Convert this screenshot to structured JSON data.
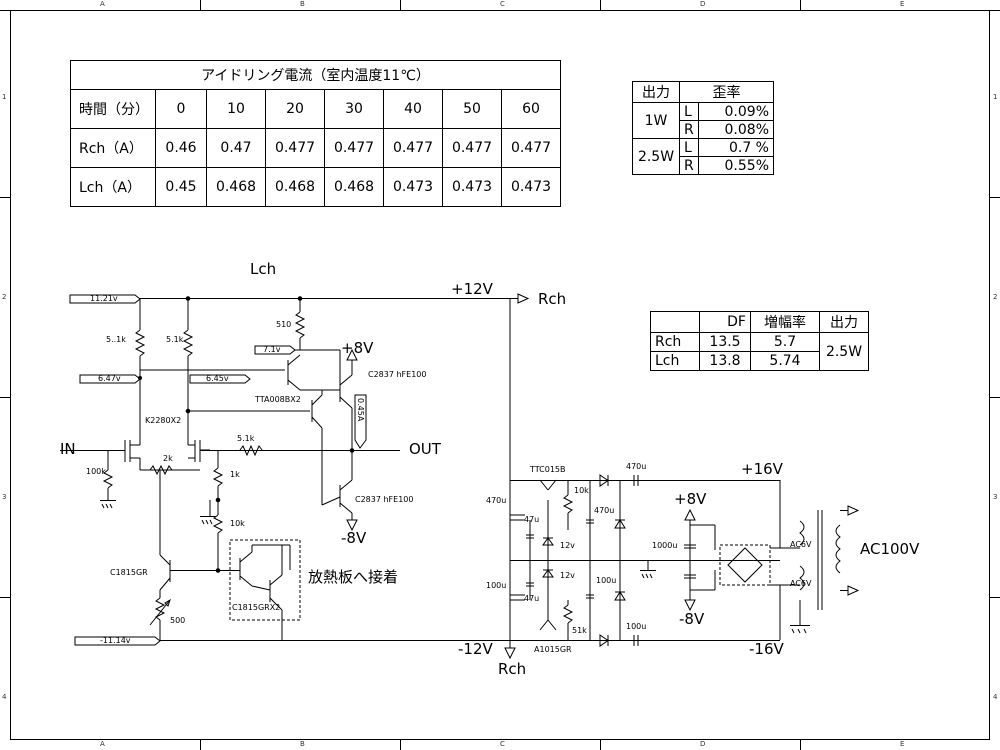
{
  "idle_table": {
    "title": "アイドリング電流（室内温度11℃）",
    "header_label": "時間（分）",
    "times": [
      "0",
      "10",
      "20",
      "30",
      "40",
      "50",
      "60"
    ],
    "rows": [
      {
        "label": "Rch（A）",
        "values": [
          "0.46",
          "0.47",
          "0.477",
          "0.477",
          "0.477",
          "0.477",
          "0.477"
        ]
      },
      {
        "label": "Lch（A）",
        "values": [
          "0.45",
          "0.468",
          "0.468",
          "0.468",
          "0.473",
          "0.473",
          "0.473"
        ]
      }
    ]
  },
  "distortion_table": {
    "col_output": "出力",
    "col_distortion": "歪率",
    "rows": [
      {
        "power": "1W",
        "ch": "L",
        "value": "0.09%"
      },
      {
        "power": "",
        "ch": "R",
        "value": "0.08%"
      },
      {
        "power": "2.5W",
        "ch": "L",
        "value": "0.7 %"
      },
      {
        "power": "",
        "ch": "R",
        "value": "0.55%"
      }
    ]
  },
  "df_table": {
    "headers": [
      "",
      "DF",
      "増幅率",
      "出力"
    ],
    "rows": [
      {
        "ch": "Rch",
        "df": "13.5",
        "gain": "5.7"
      },
      {
        "ch": "Lch",
        "df": "13.8",
        "gain": "5.74"
      }
    ],
    "output": "2.5W"
  },
  "zones": {
    "cols": [
      "A",
      "B",
      "C",
      "D",
      "E"
    ],
    "rows": [
      "1",
      "2",
      "3",
      "4"
    ]
  },
  "amp": {
    "channel": "Lch",
    "input": "IN",
    "output": "OUT",
    "plus12": "+12V",
    "to_rch_top": "Rch",
    "v_11_21": "11.21v",
    "v_6_47": "6.47v",
    "v_6_45": "6.45v",
    "v_7_1": "7.1v",
    "v_neg11_14": "-11.14v",
    "r_5_1k_a": "5..1k",
    "r_5_1k_b": "5.1k",
    "r_510": "510",
    "r_5_1k_fb": "5.1k",
    "r_100k": "100k",
    "r_2k": "2k",
    "r_1k": "1k",
    "r_10k": "10k",
    "r_500": "500",
    "fet": "K2280X2",
    "q_driver": "TTA008BX2",
    "q_out_top": "C2837 hFE100",
    "q_out_bot": "C2837 hFE100",
    "q_c1815": "C1815GR",
    "q_c1815x2": "C1815GRX2",
    "plus8": "+8V",
    "minus8": "-8V",
    "current": "0.45A",
    "heatsink_note": "放熱板へ接着"
  },
  "psu": {
    "plus16": "+16V",
    "minus16": "-16V",
    "minus12": "-12V",
    "to_rch_bottom": "Rch",
    "ttc": "TTC015B",
    "a1015": "A1015GR",
    "c470_a": "470u",
    "c470_b": "470u",
    "c470_c": "470u",
    "c47_a": "47u",
    "c47_b": "47u",
    "c100_a": "100u",
    "c100_b": "100u",
    "c100_c": "100u",
    "c1000": "1000u",
    "r10k": "10k",
    "r51k": "51k",
    "z12_a": "12v",
    "z12_b": "12v",
    "plus8": "+8V",
    "minus8": "-8V",
    "ac6v_a": "AC6V",
    "ac6v_b": "AC6V",
    "ac100": "AC100V"
  }
}
